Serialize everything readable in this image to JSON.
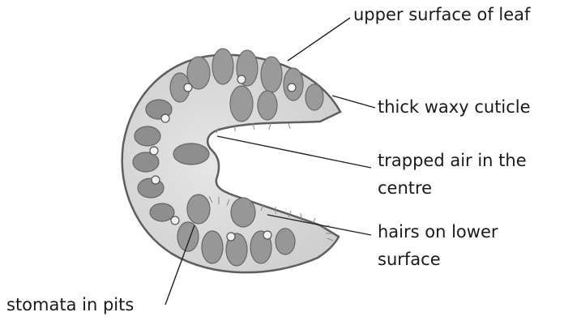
{
  "labels": {
    "upper_surface": "upper surface of leaf",
    "cuticle": "thick waxy cuticle",
    "trapped_air_line1": "trapped air in the",
    "trapped_air_line2": "centre",
    "hairs_line1": "hairs on lower",
    "hairs_line2": "surface",
    "stomata": "stomata in pits"
  },
  "colors": {
    "tissue_dark": "#7d7d7d",
    "tissue_mid": "#a4a4a4",
    "tissue_light": "#cfcfcf",
    "leader_line": "#222222",
    "text": "#1a1a1a"
  }
}
